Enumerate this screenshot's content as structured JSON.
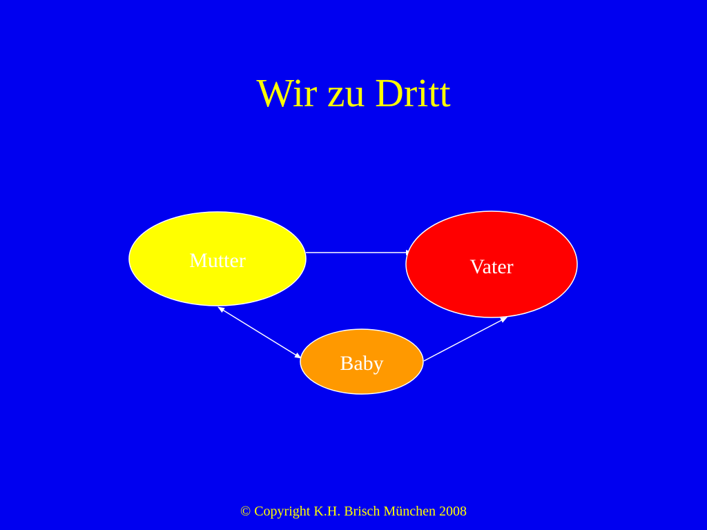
{
  "title": "Wir zu Dritt",
  "nodes": {
    "mutter": {
      "label": "Mutter",
      "fill": "#ffff00",
      "text_color": "#ffffff"
    },
    "vater": {
      "label": "Vater",
      "fill": "#ff0000",
      "text_color": "#ffffff"
    },
    "baby": {
      "label": "Baby",
      "fill": "#ff9900",
      "text_color": "#ffffff"
    }
  },
  "edges": [
    {
      "from": "Mutter",
      "to": "Vater",
      "direction": "forward"
    },
    {
      "from": "Mutter",
      "to": "Baby",
      "direction": "both"
    },
    {
      "from": "Baby",
      "to": "Vater",
      "direction": "forward"
    }
  ],
  "footer": "© Copyright K.H. Brisch München 2008",
  "colors": {
    "background": "#0000f0",
    "title": "#ffff00",
    "footer": "#ffff00",
    "edge": "#ffffff",
    "node_border": "#ffffff"
  }
}
